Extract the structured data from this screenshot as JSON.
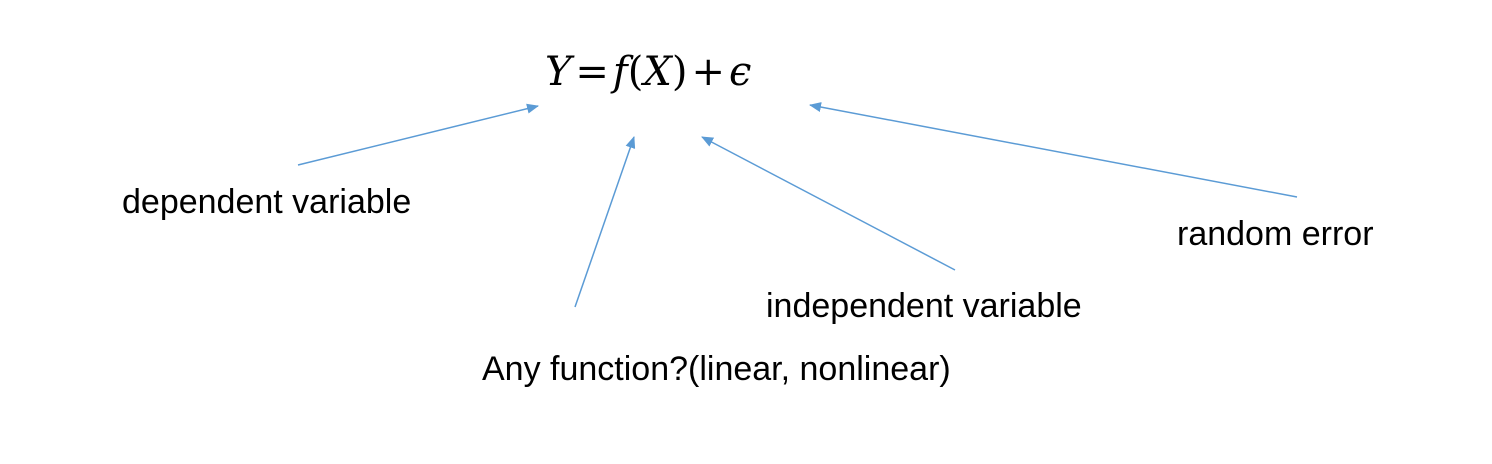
{
  "equation": {
    "lhs": "Y",
    "equals": "=",
    "func": "f",
    "open_paren": "(",
    "arg": "X",
    "close_paren": ")",
    "plus": "+",
    "error_term": "ϵ"
  },
  "labels": {
    "dependent": "dependent variable",
    "random_error": "random error",
    "independent": "independent variable",
    "function": "Any function?(linear, nonlinear)"
  },
  "colors": {
    "arrow": "#5b9bd5",
    "text": "#000000",
    "background": "#ffffff"
  }
}
